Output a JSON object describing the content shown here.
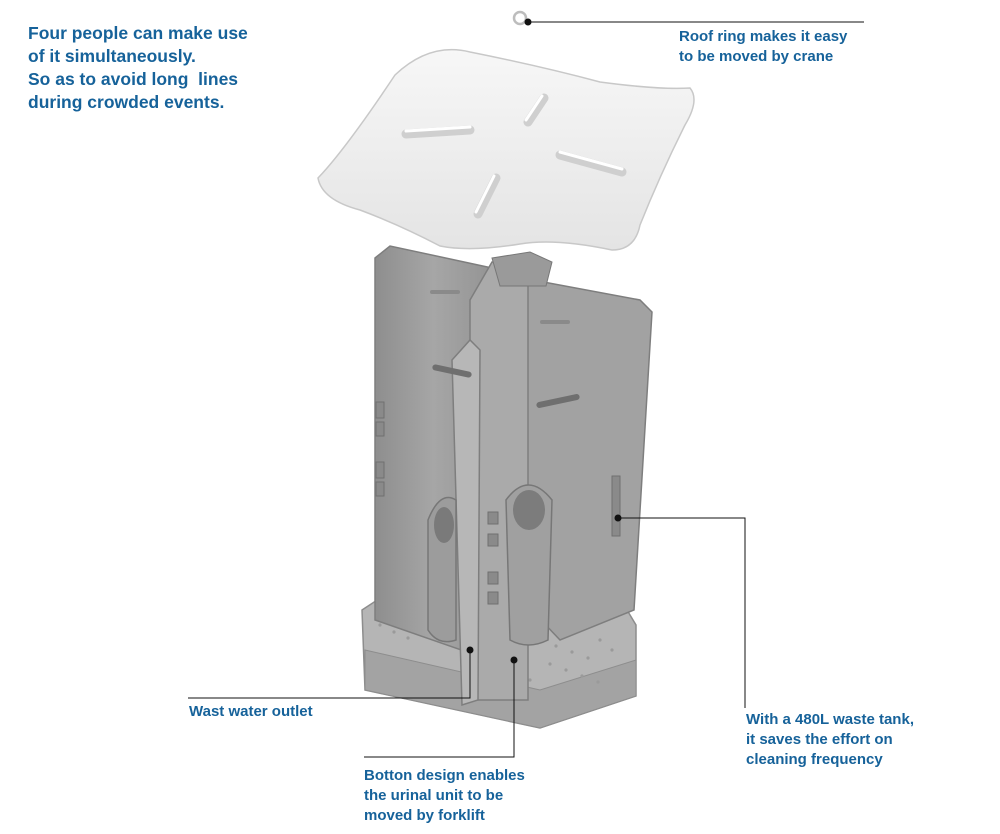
{
  "intro_text": [
    "Four people can make use",
    "of it simultaneously.",
    "So as to avoid long  lines",
    "during crowded events."
  ],
  "callouts": {
    "roof_ring": [
      "Roof ring makes it easy",
      "to be moved by crane"
    ],
    "waste_tank": [
      "With a 480L waste tank,",
      "it saves the effort on",
      "cleaning frequency"
    ],
    "waste_outlet": [
      "Wast water outlet"
    ],
    "bottom_design": [
      "Botton design enables",
      "the urinal unit to be",
      "moved by forklift"
    ]
  },
  "colors": {
    "label_text": "#16629a",
    "leader_line": "#111111",
    "roof": "#f2f2f2",
    "body": "#9b9b9b",
    "base": "#b3b3b3"
  }
}
